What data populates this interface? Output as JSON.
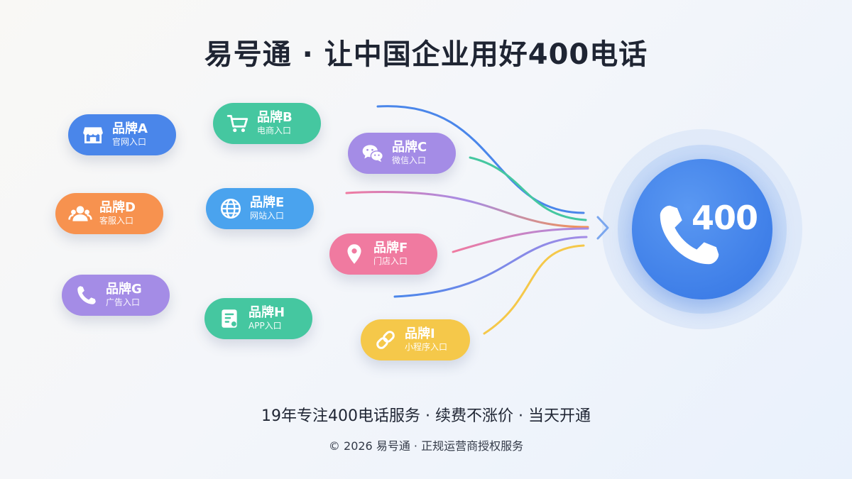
{
  "title": "易号通 · 让中国企业用好400电话",
  "hub": {
    "label": "400",
    "icon": "phone-icon",
    "color": "#3f7fe8"
  },
  "brands": [
    {
      "id": "a",
      "name": "品牌A",
      "sub": "官网入口",
      "icon": "storefront-icon",
      "color": "#4a86ea"
    },
    {
      "id": "b",
      "name": "品牌B",
      "sub": "电商入口",
      "icon": "shopping-cart-icon",
      "color": "#45c7a0"
    },
    {
      "id": "c",
      "name": "品牌C",
      "sub": "微信入口",
      "icon": "wechat-icon",
      "color": "#a48ce6"
    },
    {
      "id": "d",
      "name": "品牌D",
      "sub": "客服入口",
      "icon": "customer-service-icon",
      "color": "#f7924f"
    },
    {
      "id": "e",
      "name": "品牌E",
      "sub": "网站入口",
      "icon": "globe-icon",
      "color": "#4aa3ee"
    },
    {
      "id": "f",
      "name": "品牌F",
      "sub": "门店入口",
      "icon": "location-pin-icon",
      "color": "#f07aa0"
    },
    {
      "id": "g",
      "name": "品牌G",
      "sub": "广告入口",
      "icon": "phone-icon",
      "color": "#a48ce6"
    },
    {
      "id": "h",
      "name": "品牌H",
      "sub": "APP入口",
      "icon": "app-icon",
      "color": "#45c7a0"
    },
    {
      "id": "i",
      "name": "品牌I",
      "sub": "小程序入口",
      "icon": "link-icon",
      "color": "#f5c84a"
    }
  ],
  "flow_colors": [
    "#4a86ea",
    "#45c7a0",
    "#a48ce6",
    "#f07aa0",
    "#8f7de0",
    "#f5c84a",
    "#f7924f"
  ],
  "tagline": "19年专注400电话服务 · 续费不涨价 · 当天开通",
  "copyright": "© 2026 易号通 · 正规运营商授权服务"
}
